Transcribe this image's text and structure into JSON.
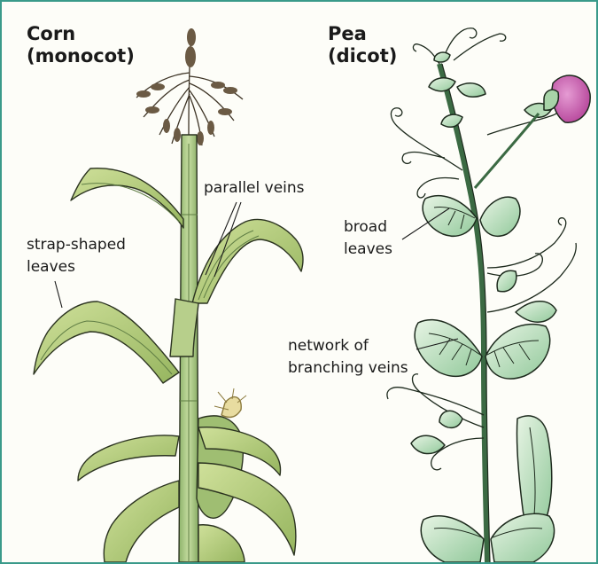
{
  "corn": {
    "title_line1": "Corn",
    "title_line2": "(monocot)",
    "label_parallel_veins": "parallel veins",
    "label_strap_line1": "strap-shaped",
    "label_strap_line2": "leaves"
  },
  "pea": {
    "title_line1": "Pea",
    "title_line2": "(dicot)",
    "label_broad_line1": "broad",
    "label_broad_line2": "leaves",
    "label_network_line1": "network of",
    "label_network_line2": "branching veins"
  },
  "colors": {
    "border": "#3a9a8a",
    "corn_leaf": "#b9cf7f",
    "corn_stalk": "#a9c98a",
    "pea_leaf": "#b6dcb8",
    "pea_flower": "#c24fa6",
    "tassel": "#6b5a44",
    "silk": "#e8dca0"
  }
}
